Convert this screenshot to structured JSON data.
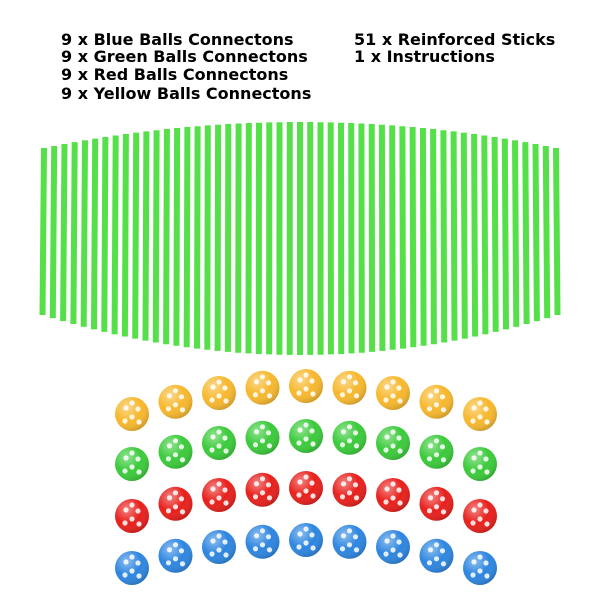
{
  "spec_list": {
    "left": [
      "9 x Blue Balls Connectons",
      "9 x Green Balls Connectons",
      "9 x Red Balls Connectons",
      "9 x Yellow Balls Connectons"
    ],
    "right": [
      "51 x Reinforced Sticks",
      "1 x Instructions"
    ]
  },
  "product": {
    "stick_count": 51,
    "stick_color": "#55E04A",
    "ball_rows": [
      {
        "color_name": "yellow",
        "color": "#F7B82E",
        "count": 9
      },
      {
        "color_name": "green",
        "color": "#3BCB3B",
        "count": 9
      },
      {
        "color_name": "red",
        "color": "#E8201C",
        "count": 9
      },
      {
        "color_name": "blue",
        "color": "#2E86E0",
        "count": 9
      }
    ]
  }
}
